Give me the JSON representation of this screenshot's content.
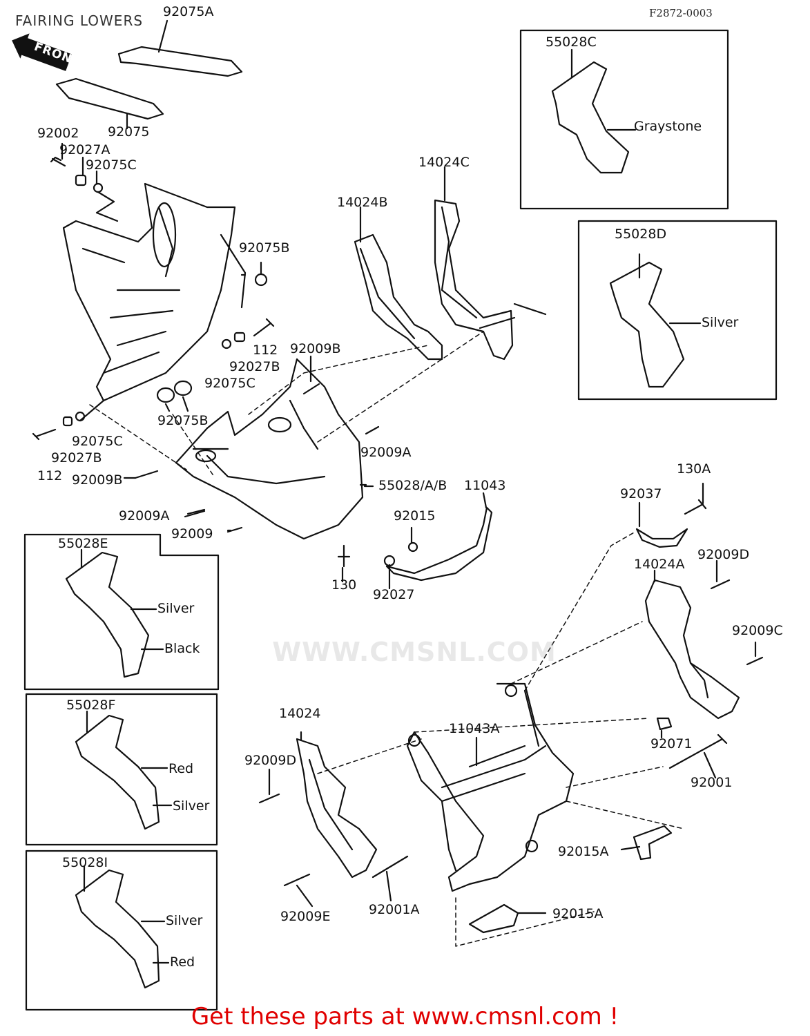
{
  "diagram": {
    "title": "FAIRING LOWERS",
    "code": "F2872-0003",
    "front_tag": "FRONT",
    "watermark": "WWW.CMSNL.COM",
    "footer": "Get these parts at www.cmsnl.com !",
    "colors": {
      "ink": "#111111",
      "footer_red": "#e00000",
      "watermark_gray": "#a0a0a0"
    },
    "labels": {
      "p92075A": "92075A",
      "p92075": "92075",
      "p92002": "92002",
      "p92027A": "92027A",
      "p92075C_top": "92075C",
      "p14024C": "14024C",
      "p14024B": "14024B",
      "p92075B_top": "92075B",
      "p112_mid": "112",
      "p92027B_mid": "92027B",
      "p92075C_mid": "92075C",
      "p92009B_top": "92009B",
      "p92075B_bottom": "92075B",
      "p92075C_low": "92075C",
      "p92027B_low": "92027B",
      "p112_low": "112",
      "p92009A_mid": "92009A",
      "p92009B_low": "92009B",
      "p55028AB": "55028/A/B",
      "p11043": "11043",
      "p92015": "92015",
      "p92009A_low": "92009A",
      "p92009": "92009",
      "p130": "130",
      "p92027": "92027",
      "p130A": "130A",
      "p92037": "92037",
      "p92009D_right": "92009D",
      "p14024A": "14024A",
      "p92009C": "92009C",
      "p92071": "92071",
      "p92001": "92001",
      "p14024": "14024",
      "p11043A": "11043A",
      "p92009D_left": "92009D",
      "p92015A_mid": "92015A",
      "p92015A_low": "92015A",
      "p92009E": "92009E",
      "p92001A": "92001A"
    },
    "variants": [
      {
        "part": "55028C",
        "colors": [
          "Graystone"
        ]
      },
      {
        "part": "55028D",
        "colors": [
          "Silver"
        ]
      },
      {
        "part": "55028E",
        "colors": [
          "Silver",
          "Black"
        ]
      },
      {
        "part": "55028F",
        "colors": [
          "Red",
          "Silver"
        ]
      },
      {
        "part": "55028I",
        "colors": [
          "Silver",
          "Red"
        ]
      }
    ]
  }
}
